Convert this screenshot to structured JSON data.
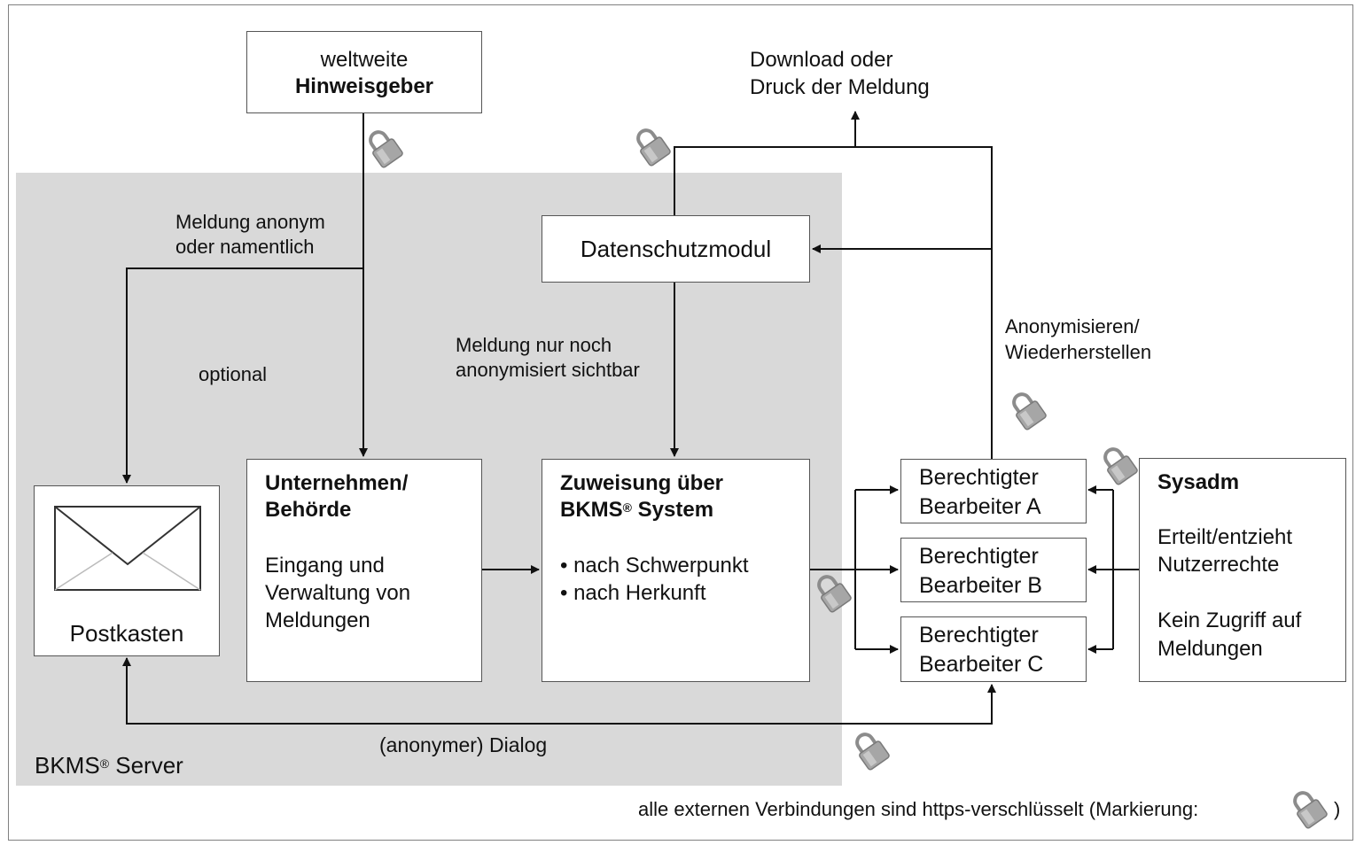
{
  "server_label": {
    "main": "BKMS",
    "reg": "®",
    "rest": " Server"
  },
  "whistleblower": {
    "line1": "weltweite",
    "line2": "Hinweisgeber"
  },
  "download": {
    "line1": "Download oder",
    "line2": "Druck der Meldung"
  },
  "privacy_module": "Datenschutzmodul",
  "report_label": {
    "line1": "Meldung anonym",
    "line2": "oder namentlich"
  },
  "optional_label": "optional",
  "anon_visible": {
    "line1": "Meldung nur noch",
    "line2": "anonymisiert sichtbar"
  },
  "anonymize_label": {
    "line1": "Anonymisieren/",
    "line2": "Wiederherstellen"
  },
  "mailbox": "Postkasten",
  "company": {
    "title1": "Unternehmen/",
    "title2": "Behörde",
    "desc1": "Eingang und",
    "desc2": "Verwaltung von",
    "desc3": "Meldungen"
  },
  "assignment": {
    "title1": "Zuweisung über",
    "title2_main": "BKMS",
    "title2_reg": "®",
    "title2_rest": " System",
    "bullet1": "• nach Schwerpunkt",
    "bullet2": "• nach Herkunft"
  },
  "editors": [
    {
      "line1": "Berechtigter",
      "line2": "Bearbeiter A"
    },
    {
      "line1": "Berechtigter",
      "line2": "Bearbeiter B"
    },
    {
      "line1": "Berechtigter",
      "line2": "Bearbeiter C"
    }
  ],
  "sysadm": {
    "title": "Sysadm",
    "desc1": "Erteilt/entzieht",
    "desc2": "Nutzerrechte",
    "desc3": "Kein Zugriff auf",
    "desc4": "Meldungen"
  },
  "dialog_label": "(anonymer) Dialog",
  "footer": {
    "text": "alle externen Verbindungen  sind https-verschlüsselt (Markierung:",
    "close": ")"
  },
  "icons": {
    "lock": "lock-icon",
    "envelope": "envelope-icon"
  }
}
